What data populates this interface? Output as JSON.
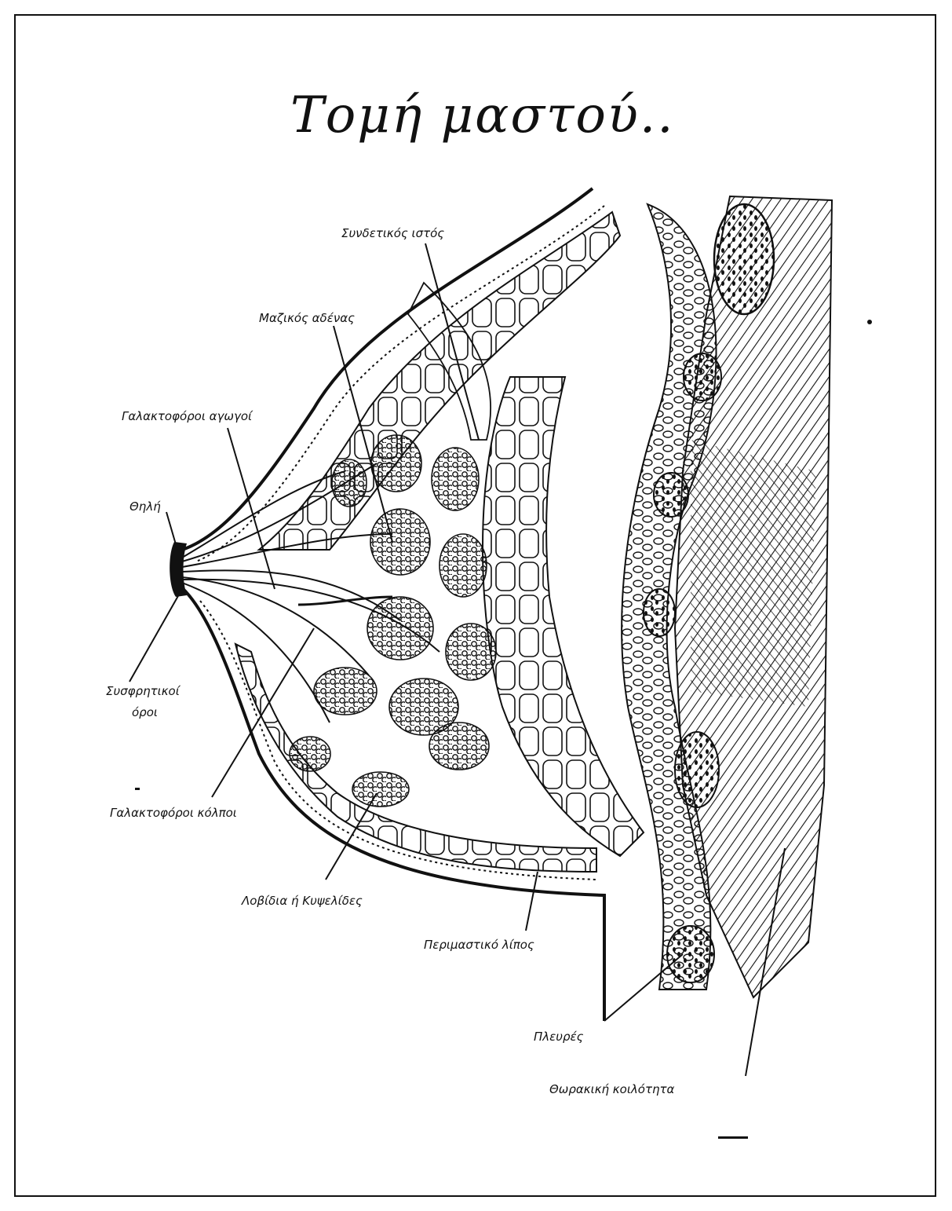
{
  "title": "Τομή μαστού..",
  "labels": {
    "connective_tissue": "Συνδετικός ιστός",
    "mammary_gland": "Μαζικός αδένας",
    "lactiferous_ducts": "Γαλακτοφόροι αγωγοί",
    "nipple": "Θηλή",
    "erectile_pores_1": "Συσφρητικοί",
    "erectile_pores_2": "όροι",
    "lactiferous_sinuses": "Γαλακτοφόροι κόλποι",
    "lobules": "Λοβίδια ή Κυψελίδες",
    "perimammary_fat": "Περιμαστικό λίπος",
    "ribs": "Πλευρές",
    "thoracic_cavity": "Θωρακική κοιλότητα"
  }
}
